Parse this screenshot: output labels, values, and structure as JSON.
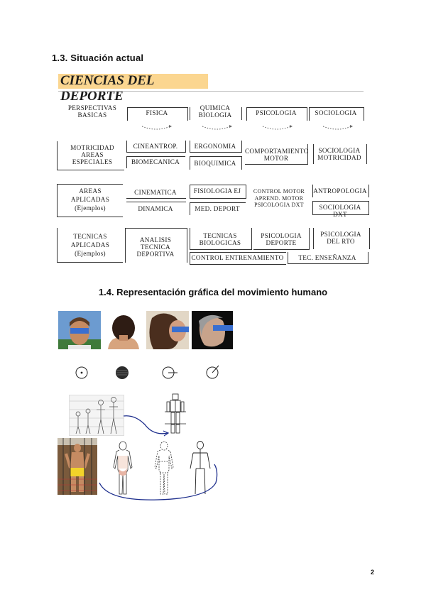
{
  "headings": {
    "situacion": "1.3. Situación actual",
    "representacion": "1.4. Representación gráfica del movimiento humano"
  },
  "banner": {
    "title": "CIENCIAS DEL DEPORTE",
    "color": "#fbd690"
  },
  "diagram": {
    "row1": {
      "label": "PERSPECTIVAS\nBASICAS",
      "items": [
        "FISICA",
        "QUIMICA\nBIOLOGIA",
        "PSICOLOGIA",
        "SOCIOLOGIA"
      ]
    },
    "row2": {
      "label": "MOTRICIDAD\nAREAS\nESPECIALES",
      "items": [
        "CINEANTROP.",
        "BIOMECANICA",
        "ERGONOMIA",
        "BIOQUIMICA",
        "COMPORTAMIENTO\nMOTOR",
        "SOCIOLOGIA\nMOTRICIDAD"
      ]
    },
    "row3": {
      "label": "AREAS\nAPLICADAS\n(Ejemplos)",
      "items": [
        "CINEMATICA",
        "DINAMICA",
        "FISIOLOGIA EJ",
        "MED. DEPORT",
        "CONTROL MOTOR\nAPREND. MOTOR\nPSICOLOGIA DXT",
        "ANTROPOLOGIA",
        "SOCIOLOGIA DXT"
      ]
    },
    "row4": {
      "label": "TECNICAS\nAPLICADAS\n(Ejemplos)",
      "items": [
        "ANALISIS\nTECNICA\nDEPORTIVA",
        "TECNICAS\nBIOLOGICAS",
        "PSICOLOGIA\nDEPORTE",
        "PSICOLOGIA\nDEL RTO",
        "CONTROL ENTRENAMIENTO",
        "TEC. ENSEÑANZA"
      ]
    }
  },
  "page_number": "2"
}
